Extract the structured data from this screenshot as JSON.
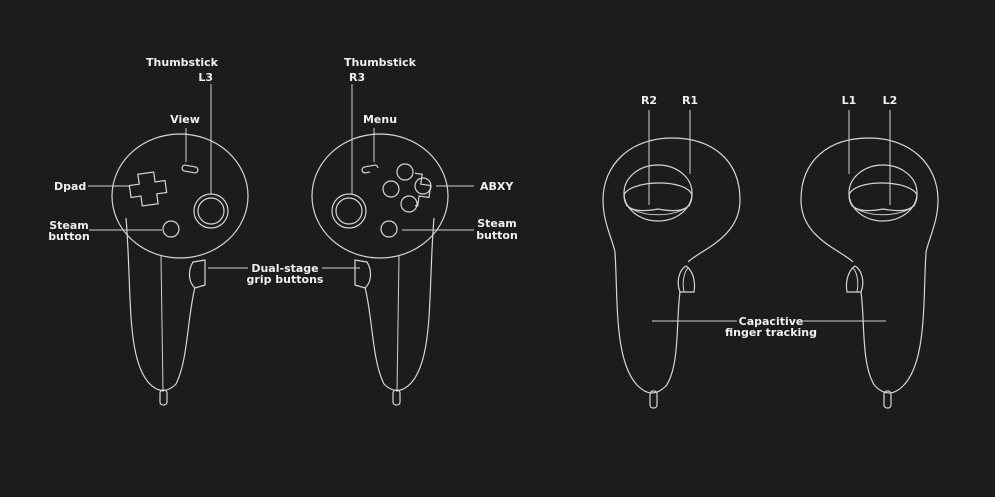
{
  "labels": {
    "thumbstick_l": "Thumbstick",
    "l3": "L3",
    "view": "View",
    "dpad": "Dpad",
    "steam_left_1": "Steam",
    "steam_left_2": "button",
    "thumbstick_r": "Thumbstick",
    "r3": "R3",
    "menu": "Menu",
    "abxy": "ABXY",
    "steam_right_1": "Steam",
    "steam_right_2": "button",
    "grip_1": "Dual-stage",
    "grip_2": "grip buttons",
    "r2": "R2",
    "r1": "R1",
    "l1": "L1",
    "l2": "L2",
    "cap_1": "Capacitive",
    "cap_2": "finger tracking"
  },
  "colors": {
    "background": "#1c1c1c",
    "line": "#d6d6d6",
    "text": "#f0f0f0"
  }
}
